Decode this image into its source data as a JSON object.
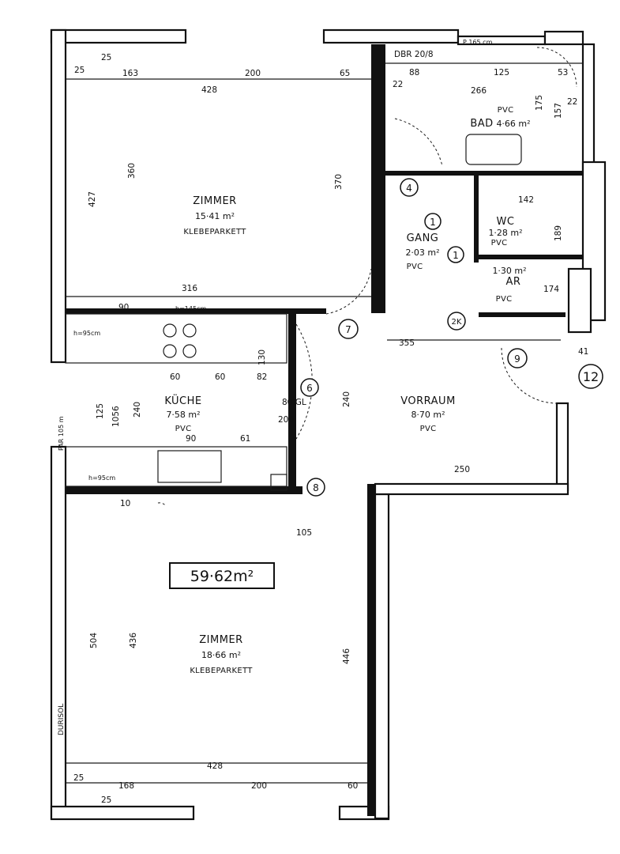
{
  "total_area": "59·62m²",
  "rooms": {
    "zimmer_top": {
      "name": "ZIMMER",
      "area": "15·41 m²",
      "material": "KLEBEPARKETT"
    },
    "zimmer_bottom": {
      "name": "ZIMMER",
      "area": "18·66 m²",
      "material": "KLEBEPARKETT"
    },
    "kueche": {
      "name": "KÜCHE",
      "area": "7·58 m²",
      "material": "PVC"
    },
    "vorraum": {
      "name": "VORRAUM",
      "area": "8·70 m²",
      "material": "PVC"
    },
    "gang": {
      "name": "GANG",
      "area": "2·03 m²",
      "material": "PVC"
    },
    "bad": {
      "name": "BAD",
      "area": "4·66 m²",
      "material": "PVC"
    },
    "wc": {
      "name": "WC",
      "area": "1·28 m²",
      "material": "PVC"
    },
    "ar": {
      "name": "AR",
      "area": "1·30 m²",
      "material": "PVC"
    }
  },
  "dimensions": {
    "d428_top": "428",
    "d163": "163",
    "d200_top": "200",
    "d65": "65",
    "d25_a": "25",
    "d25_b": "25",
    "d316": "316",
    "d360": "360",
    "d427": "427",
    "d370": "370",
    "d355": "355",
    "d266": "266",
    "d88": "88",
    "d125_bad": "125",
    "d53": "53",
    "d157": "157",
    "d175": "175",
    "d22_a": "22",
    "d22_b": "22",
    "d142": "142",
    "d189": "189",
    "d174": "174",
    "d250": "250",
    "d240_k": "240",
    "d240_v": "240",
    "d125_k": "125",
    "d1056": "1056",
    "d60_a": "60",
    "d60_b": "60",
    "d130": "130",
    "d82": "82",
    "d90": "90",
    "d61": "61",
    "d504": "504",
    "d436": "436",
    "d446": "446",
    "d428_bot": "428",
    "d168": "168",
    "d200_bot": "200",
    "d60_bot": "60",
    "d25_c": "25",
    "d25_d": "25",
    "d10": "10",
    "d105": "105",
    "d41": "41",
    "dbr": "DBR 20/8",
    "d80gl": "80 GL",
    "d200": "200",
    "h95_a": "h=95cm",
    "h95_b": "h=95cm",
    "h145": "h=145cm",
    "p165": "P 165 cm",
    "par": "PAR 105 m",
    "durisol": "DURISOL"
  },
  "markers": [
    "1",
    "1",
    "4",
    "6",
    "7",
    "8",
    "9",
    "12",
    "2K"
  ]
}
